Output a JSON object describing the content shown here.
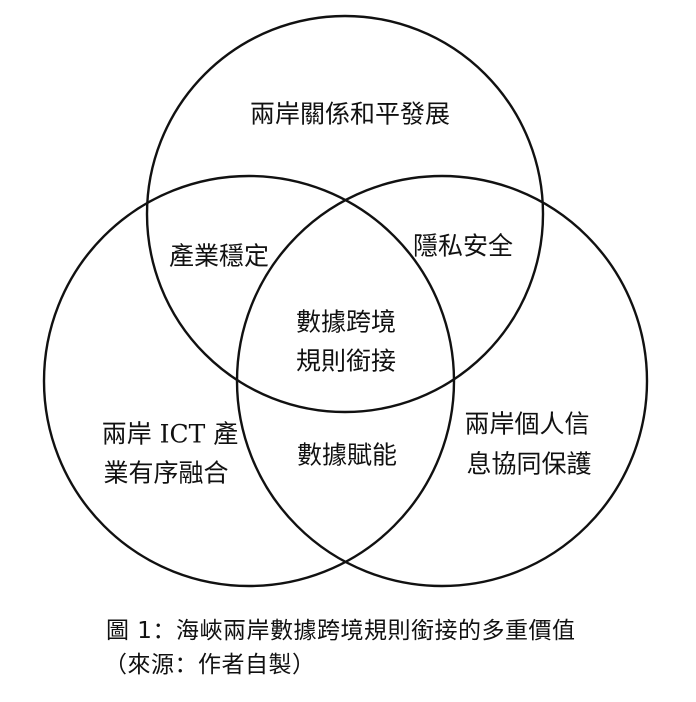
{
  "diagram": {
    "type": "venn",
    "circles": [
      "top",
      "left",
      "right"
    ],
    "regions": {
      "top_only": [
        "兩岸關係和平發展"
      ],
      "top_left": [
        "產業穩定"
      ],
      "top_right": [
        "隱私安全"
      ],
      "center": [
        "數據跨境",
        "規則銜接"
      ],
      "left_only": [
        "兩岸 ICT 產",
        "業有序融合"
      ],
      "left_right": [
        "數據賦能"
      ],
      "right_only": [
        "兩岸個人信",
        "息協同保護"
      ]
    }
  },
  "caption": {
    "title": "圖 1：海峽兩岸數據跨境規則銜接的多重價值",
    "source": "（來源：作者自製）"
  },
  "colors": {
    "stroke": "#111111",
    "background": "#ffffff"
  }
}
